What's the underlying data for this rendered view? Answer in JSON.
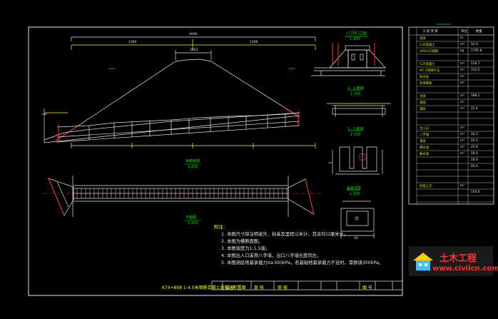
{
  "notes": {
    "title": "附注：",
    "lines": [
      "1. 本图尺寸除注明者外，标高及里程以米计，其余均以厘米计。",
      "2. 本图为横断面图。",
      "3. 本图坡度为1:1.5坡。",
      "4. 本图出入口采用八字墙，出口八字墙长度同左。",
      "5. 本图涵底地基承载力σ≥300kPa，若基础地基承载力不足时，需换填300kPa。"
    ]
  },
  "title_block": {
    "drawing_title": "K74+808  1-4.0米钢筋混凝土盖板涵布置图",
    "designed": "设 计",
    "checked": "复 核",
    "reviewed": "审 核",
    "drawing_no": "图 号"
  },
  "views": {
    "entrance_elevation": "入口洞口立面",
    "section_1_1": "1 - 1 断面",
    "section_2_2": "2 - 2 断面",
    "longitudinal": "纵断面图",
    "plan": "平面图",
    "slab_detail": "盖板详图",
    "scale_100": "1:100",
    "scale_200": "1:200"
  },
  "dimensions": {
    "total_top": "2600",
    "left_span": "1300",
    "right_span": "1300",
    "crest": "1022",
    "slab_width": "50"
  },
  "quantity_table": {
    "headers": [
      "工 程 项 目",
      "单位",
      "数量"
    ],
    "rows": [
      [
        "涵身",
        "m",
        ""
      ],
      [
        "C30混凝土",
        "m³",
        "52.0"
      ],
      [
        "HRB335钢筋",
        "kg",
        "1795.8"
      ],
      [
        "",
        "",
        ""
      ],
      [
        "C25混凝土",
        "m³",
        "116.7"
      ],
      [
        "M7.5浆砌片石",
        "m³",
        "312.5"
      ],
      [
        "防水层",
        "m²",
        ""
      ],
      [
        "沥青麻絮",
        "m²",
        ""
      ],
      [
        "",
        "",
        ""
      ],
      [
        "台身",
        "m³",
        "189.1"
      ],
      [
        "基础",
        "m³",
        ""
      ],
      [
        "铺底",
        "m³",
        "21.4"
      ],
      [
        "",
        "",
        ""
      ],
      [
        "",
        "",
        ""
      ],
      [
        "出入口",
        "m³",
        ""
      ],
      [
        "八字墙",
        "m³",
        "16.2"
      ],
      [
        "锥坡",
        "m³",
        "20.5"
      ],
      [
        "隔水墙",
        "m³",
        "25.8"
      ],
      [
        "截水墙",
        "m³",
        "18.4"
      ],
      [
        "",
        "",
        "10.0"
      ],
      [
        "",
        "",
        "20.4"
      ],
      [
        "",
        "",
        ""
      ],
      [
        "",
        "",
        ""
      ],
      [
        "挖基土方",
        "m³",
        ""
      ],
      [
        "",
        "",
        "105.0"
      ],
      [
        "",
        "",
        ""
      ]
    ]
  },
  "watermark": {
    "cn": "土木工程",
    "url": "www.civilcn.com"
  },
  "colors": {
    "background": "#000000",
    "frame": "#e6e6e6",
    "line_white": "#ffffff",
    "line_green": "#00e800",
    "line_yellow": "#ffff00",
    "line_red": "#ff3030",
    "line_cyan": "#00ffff",
    "line_blue": "#4060ff"
  }
}
